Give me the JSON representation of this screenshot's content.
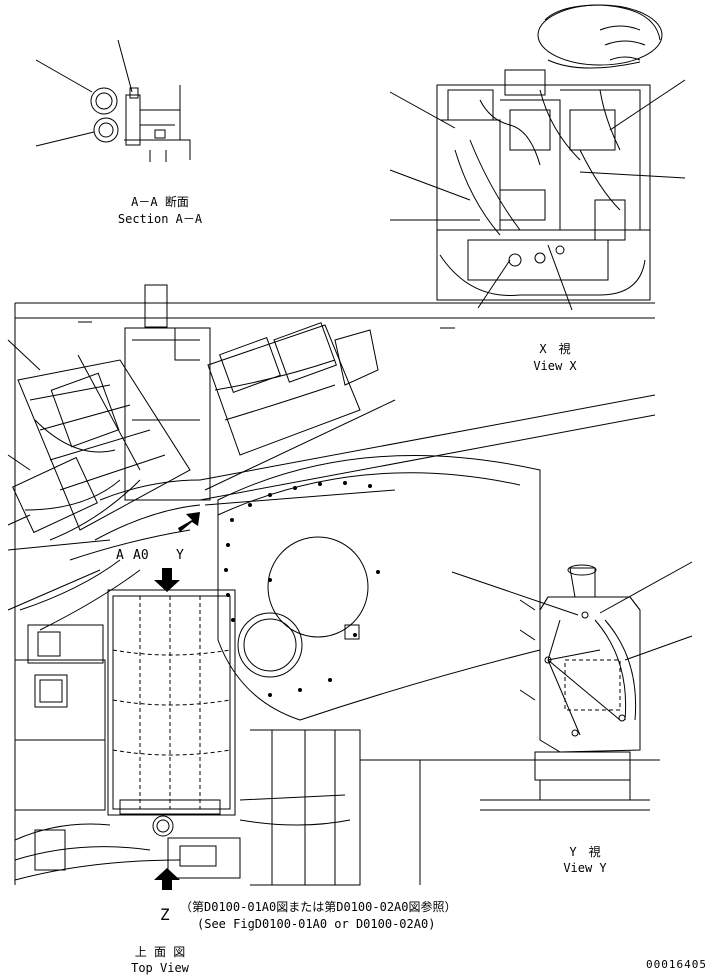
{
  "section_aa": {
    "title_jp": "A－A 断面",
    "title_en": "Section A－A"
  },
  "view_x": {
    "title_jp": "X　視",
    "title_en": "View X"
  },
  "view_y": {
    "title_jp": "Y　視",
    "title_en": "View Y"
  },
  "top_view": {
    "title_jp": "上 面 図",
    "title_en": "Top View",
    "marker_z": "Z"
  },
  "reference": {
    "jp": "（第D0100-01A0図または第D0100-02A0図参照）",
    "en": "(See FigD0100-01A0 or D0100-02A0)"
  },
  "markers": {
    "a": "A",
    "a0": "A0",
    "y": "Y"
  },
  "figure_number": "00016405"
}
